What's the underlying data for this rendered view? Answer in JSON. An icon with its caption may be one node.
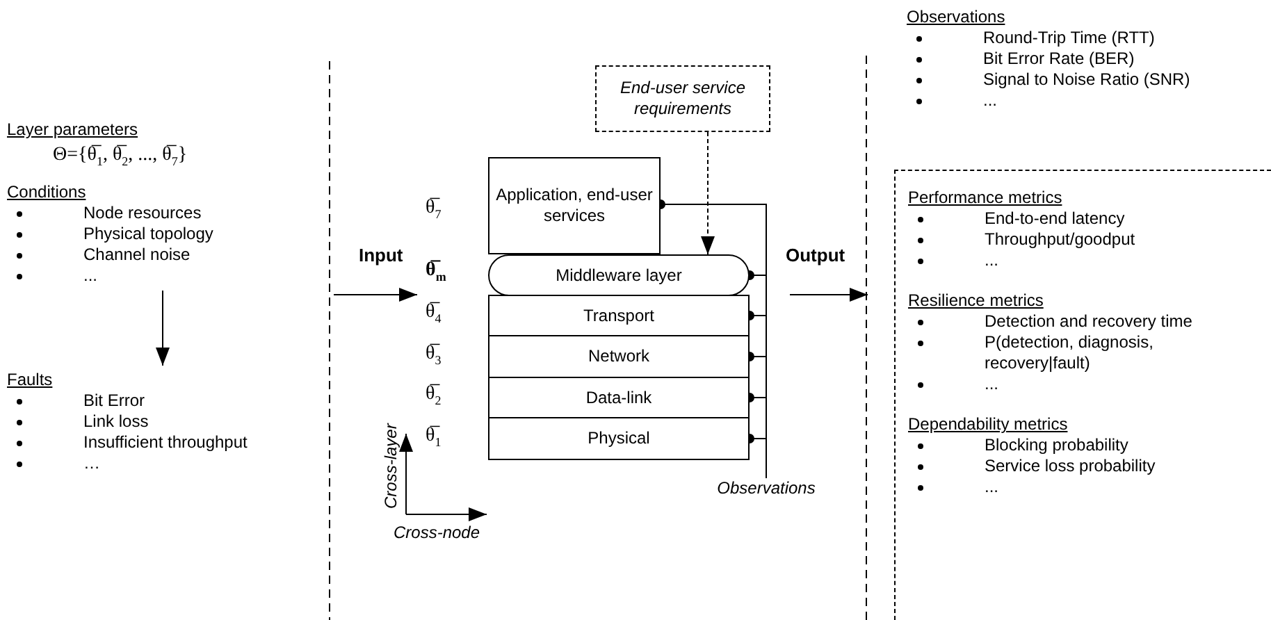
{
  "diagram": {
    "nodes": [
      {
        "text": [
          "Conditions",
          "Node resources",
          "Physical topology",
          "Channel noise",
          "..."
        ]
      },
      {
        "text": [
          "Faults",
          "Bit Error",
          "Link loss",
          "Insufficient throughput",
          "…"
        ]
      },
      {
        "text": [
          "Application, end-user services"
        ]
      },
      {
        "text": [
          "Middleware layer"
        ]
      },
      {
        "text": [
          "Transport"
        ]
      },
      {
        "text": [
          "Network"
        ]
      },
      {
        "text": [
          "Data-link"
        ]
      },
      {
        "text": [
          "Physical"
        ]
      },
      {
        "text": [
          "End-user service requirements"
        ]
      },
      {
        "text": [
          "Observations"
        ]
      },
      {
        "text": [
          "Performance metrics",
          "End-to-end latency",
          "Throughput/goodput",
          "...",
          "Resilience metrics",
          "Detection and recovery time",
          "P(detection, diagnosis, recovery|fault)",
          "...",
          "Dependability metrics",
          "Blocking probability",
          "Service loss probability",
          "..."
        ]
      }
    ],
    "edges": [
      {
        "from": 0,
        "to": 1,
        "arrow": "to"
      },
      {
        "from": 8,
        "to": 3,
        "arrow": "to",
        "style": "dashed"
      },
      {
        "from": 2,
        "to": 9,
        "arrow": "other"
      },
      {
        "from": 3,
        "to": 9,
        "arrow": "other"
      },
      {
        "from": 4,
        "to": 9,
        "arrow": "other"
      },
      {
        "from": 5,
        "to": 9,
        "arrow": "other"
      },
      {
        "from": 6,
        "to": 9,
        "arrow": "other"
      },
      {
        "from": 7,
        "to": 9,
        "arrow": "other"
      }
    ],
    "labels": [
      "Observations",
      "Round-Trip Time (RTT)",
      "Bit Error Rate (BER)",
      "Signal to Noise Ratio (SNR)",
      "...",
      "Layer parameters",
      "Θ={θ̅$_{1}$, θ̅$_{2}$, ..., θ̅$_{7}$}",
      "θ̅$_{7}$",
      "Input",
      "θ̅$_{m}$",
      "Output",
      "θ̅$_{4}$",
      "θ̅$_{3}$",
      "θ̅$_{2}$",
      "θ̅$_{1}$",
      "Cross-layer",
      "Cross-node"
    ]
  }
}
